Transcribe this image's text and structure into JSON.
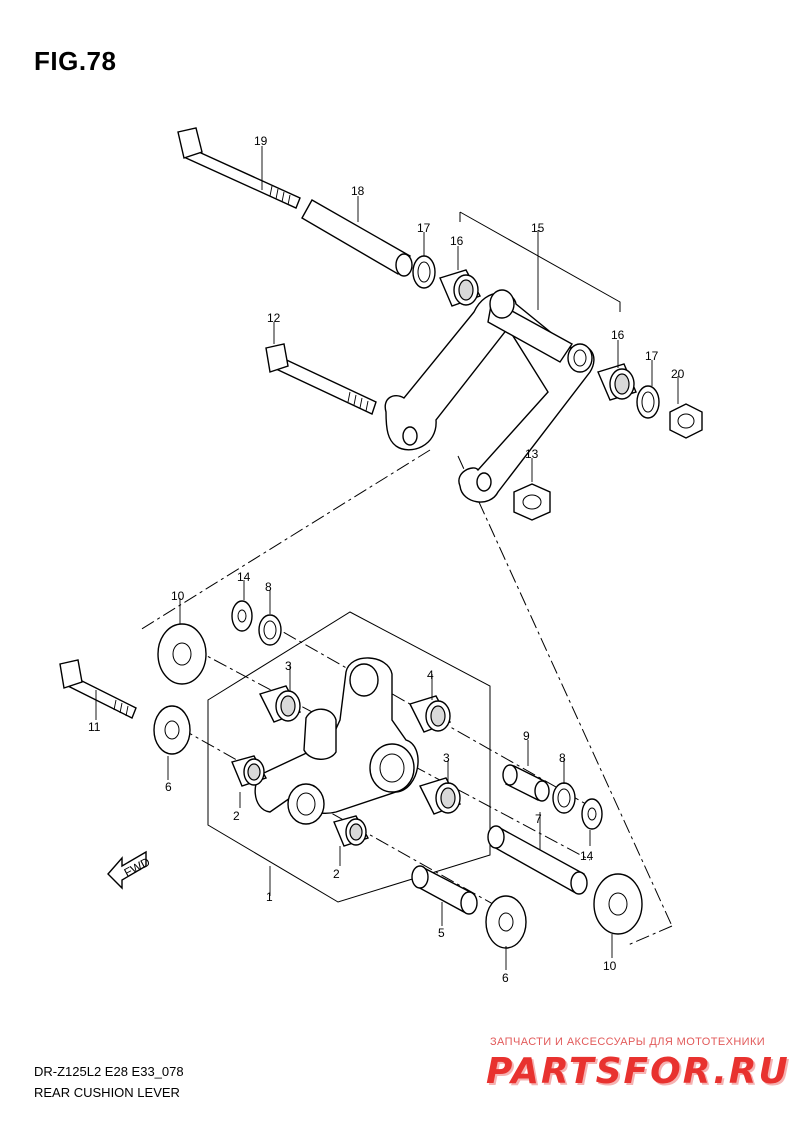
{
  "figure": {
    "title": "FIG.78"
  },
  "footer": {
    "model": "DR-Z125L2 E28 E33_078",
    "caption": "REAR CUSHION LEVER"
  },
  "watermark": {
    "tagline": "ЗАПЧАСТИ И АКСЕССУАРЫ ДЛЯ МОТОТЕХНИКИ",
    "logo": "PARTSFOR.RU"
  },
  "arrow": {
    "label": "FWD"
  },
  "callouts": {
    "c1": "1",
    "c2a": "2",
    "c2b": "2",
    "c3a": "3",
    "c3b": "3",
    "c4": "4",
    "c5": "5",
    "c6a": "6",
    "c6b": "6",
    "c7": "7",
    "c8a": "8",
    "c8b": "8",
    "c9": "9",
    "c10a": "10",
    "c10b": "10",
    "c11": "11",
    "c12": "12",
    "c13": "13",
    "c14a": "14",
    "c14b": "14",
    "c15": "15",
    "c16a": "16",
    "c16b": "16",
    "c17a": "17",
    "c17b": "17",
    "c18": "18",
    "c19": "19",
    "c20": "20"
  }
}
